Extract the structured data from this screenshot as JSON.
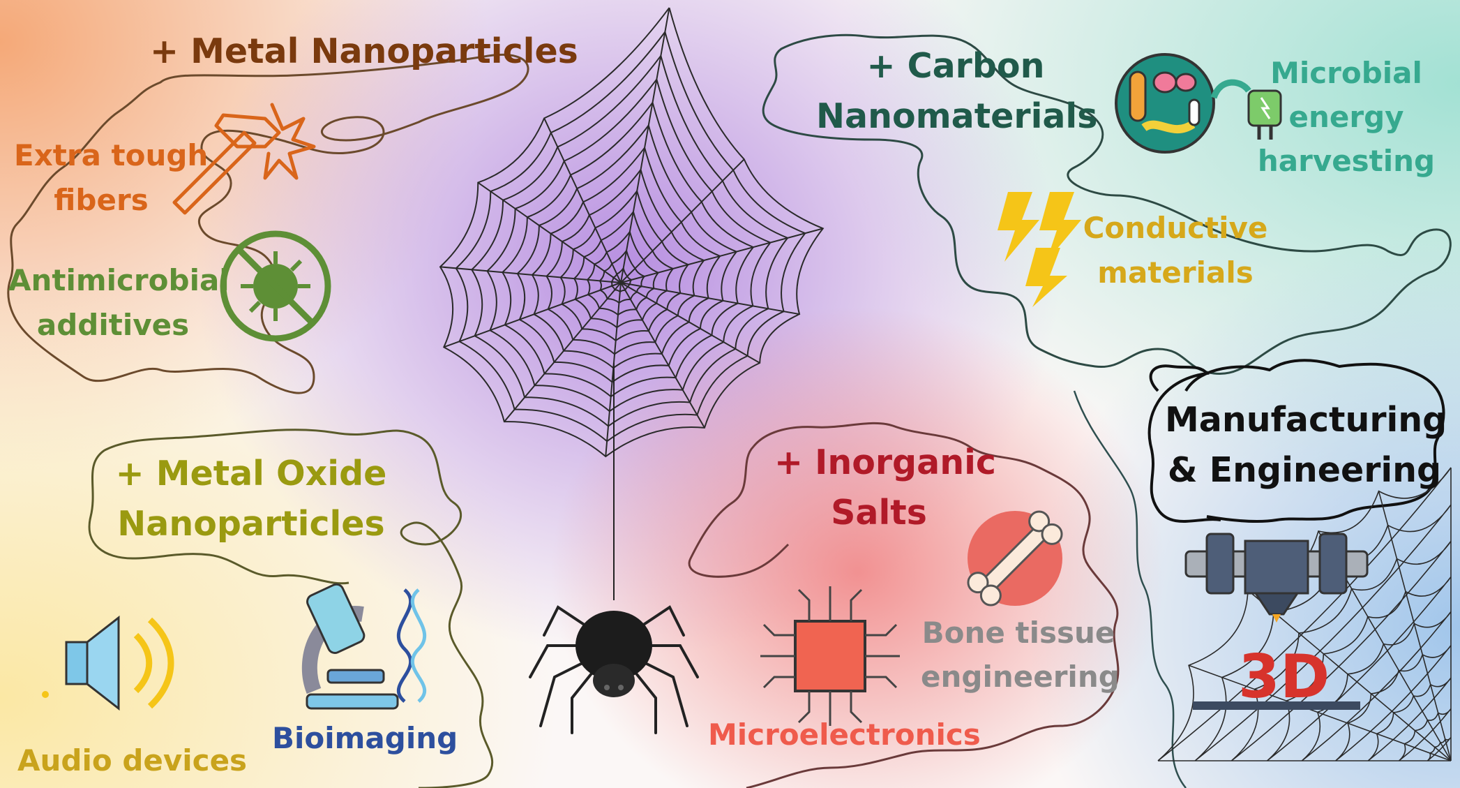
{
  "colors": {
    "metal_nanoparticles": "#7a3a0e",
    "extra_tough": "#d9651a",
    "antimicrobial": "#5e8f36",
    "carbon": "#205a4a",
    "microbial": "#36a98f",
    "conductive": "#d6a81a",
    "metal_oxide": "#9a9a10",
    "audio": "#c9a31c",
    "bioimaging": "#2d4f9e",
    "inorganic": "#b01a28",
    "bone": "#8a8a8a",
    "microelectronics": "#ef5b4c",
    "manufacturing": "#111111",
    "print_red": "#d7332c"
  },
  "icons": {
    "hammer": "hammer-icon",
    "no_virus": "no-virus-icon",
    "microbes": "microbes-icon",
    "plug": "plug-icon",
    "lightning": "lightning-icon",
    "speaker": "speaker-icon",
    "microscope": "microscope-icon",
    "bone": "bone-icon",
    "chip": "chip-icon",
    "printer": "3d-printer-icon",
    "spider": "spider-icon",
    "web": "spider-web"
  },
  "labels": {
    "metal_nanoparticles": "+ Metal Nanoparticles",
    "extra_tough_1": "Extra tough",
    "extra_tough_2": "fibers",
    "antimicrobial_1": "Antimicrobial",
    "antimicrobial_2": "additives",
    "carbon_1": "+ Carbon",
    "carbon_2": "Nanomaterials",
    "microbial_1": "Microbial",
    "microbial_2": "energy",
    "microbial_3": "harvesting",
    "conductive_1": "Conductive",
    "conductive_2": "materials",
    "metal_oxide_1": "+ Metal Oxide",
    "metal_oxide_2": "Nanoparticles",
    "audio": "Audio devices",
    "bioimaging": "Bioimaging",
    "inorganic_1": "+ Inorganic",
    "inorganic_2": "Salts",
    "bone_1": "Bone tissue",
    "bone_2": "engineering",
    "microelectronics": "Microelectronics",
    "manufacturing_1": "Manufacturing",
    "manufacturing_2": "& Engineering",
    "print_3d": "3D"
  }
}
